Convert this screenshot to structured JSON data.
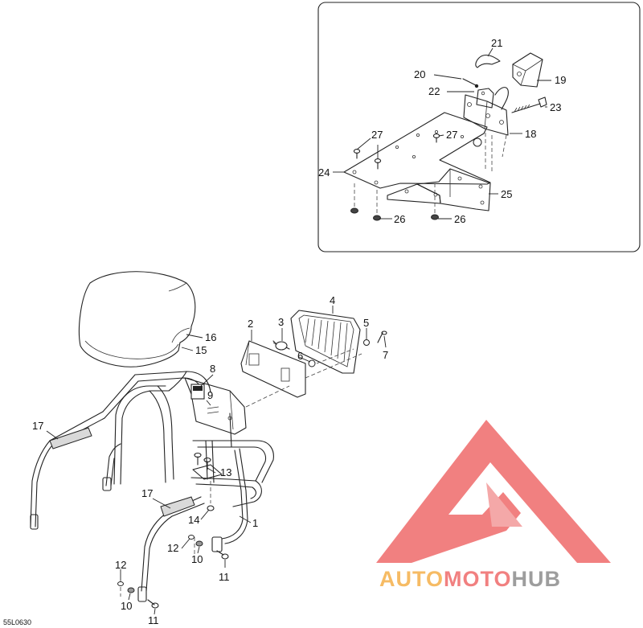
{
  "diagram": {
    "code": "55L0630",
    "labels": {
      "l1": "1",
      "l2": "2",
      "l3": "3",
      "l4": "4",
      "l5": "5",
      "l6": "6",
      "l7": "7",
      "l8": "8",
      "l9": "9",
      "l10a": "10",
      "l10b": "10",
      "l11a": "11",
      "l11b": "11",
      "l12a": "12",
      "l12b": "12",
      "l13": "13",
      "l14": "14",
      "l15": "15",
      "l16": "16",
      "l17a": "17",
      "l17b": "17",
      "l18": "18",
      "l19": "19",
      "l20": "20",
      "l21": "21",
      "l22": "22",
      "l23": "23",
      "l24": "24",
      "l25": "25",
      "l26a": "26",
      "l26b": "26",
      "l27a": "27",
      "l27b": "27"
    }
  },
  "watermark": {
    "word_a": "AUTO",
    "word_b": "MOTO",
    "word_c": "HUB",
    "colors": {
      "red": "#ef6b6b",
      "orange": "#f5b04a",
      "gray": "#8c8c8c"
    }
  }
}
